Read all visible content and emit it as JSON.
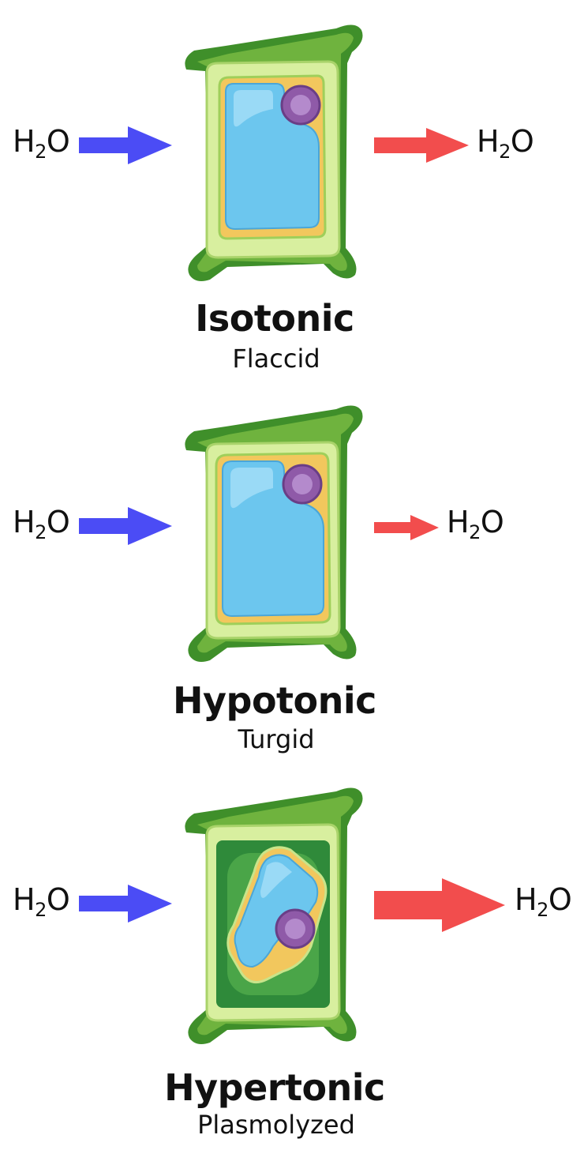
{
  "panels": [
    {
      "title": "Isotonic",
      "subtitle": "Flaccid",
      "water_in": {
        "text": "H",
        "sub": "2",
        "after": "O"
      },
      "water_out": {
        "text": "H",
        "sub": "2",
        "after": "O"
      },
      "inflow_arrow_color": "#4b4cf5",
      "outflow_arrow_color": "#f24d4d",
      "cell_state": "flaccid"
    },
    {
      "title": "Hypotonic",
      "subtitle": "Turgid",
      "water_in": {
        "text": "H",
        "sub": "2",
        "after": "O"
      },
      "water_out": {
        "text": "H",
        "sub": "2",
        "after": "O"
      },
      "inflow_arrow_color": "#4b4cf5",
      "outflow_arrow_color": "#f24d4d",
      "cell_state": "turgid"
    },
    {
      "title": "Hypertonic",
      "subtitle": "Plasmolyzed",
      "water_in": {
        "text": "H",
        "sub": "2",
        "after": "O"
      },
      "water_out": {
        "text": "H",
        "sub": "2",
        "after": "O"
      },
      "inflow_arrow_color": "#4b4cf5",
      "outflow_arrow_color": "#f24d4d",
      "cell_state": "plasmolyzed"
    }
  ],
  "colors": {
    "cell_wall_dark": "#3f8f2a",
    "cell_wall_light": "#6fb33e",
    "cytoplasm": "#d8ef9f",
    "membrane": "#f2c75d",
    "vacuole": "#6cc6ee",
    "nucleus": "#8f5aa8",
    "plasmolyzed_space": "#2f8a3a"
  }
}
